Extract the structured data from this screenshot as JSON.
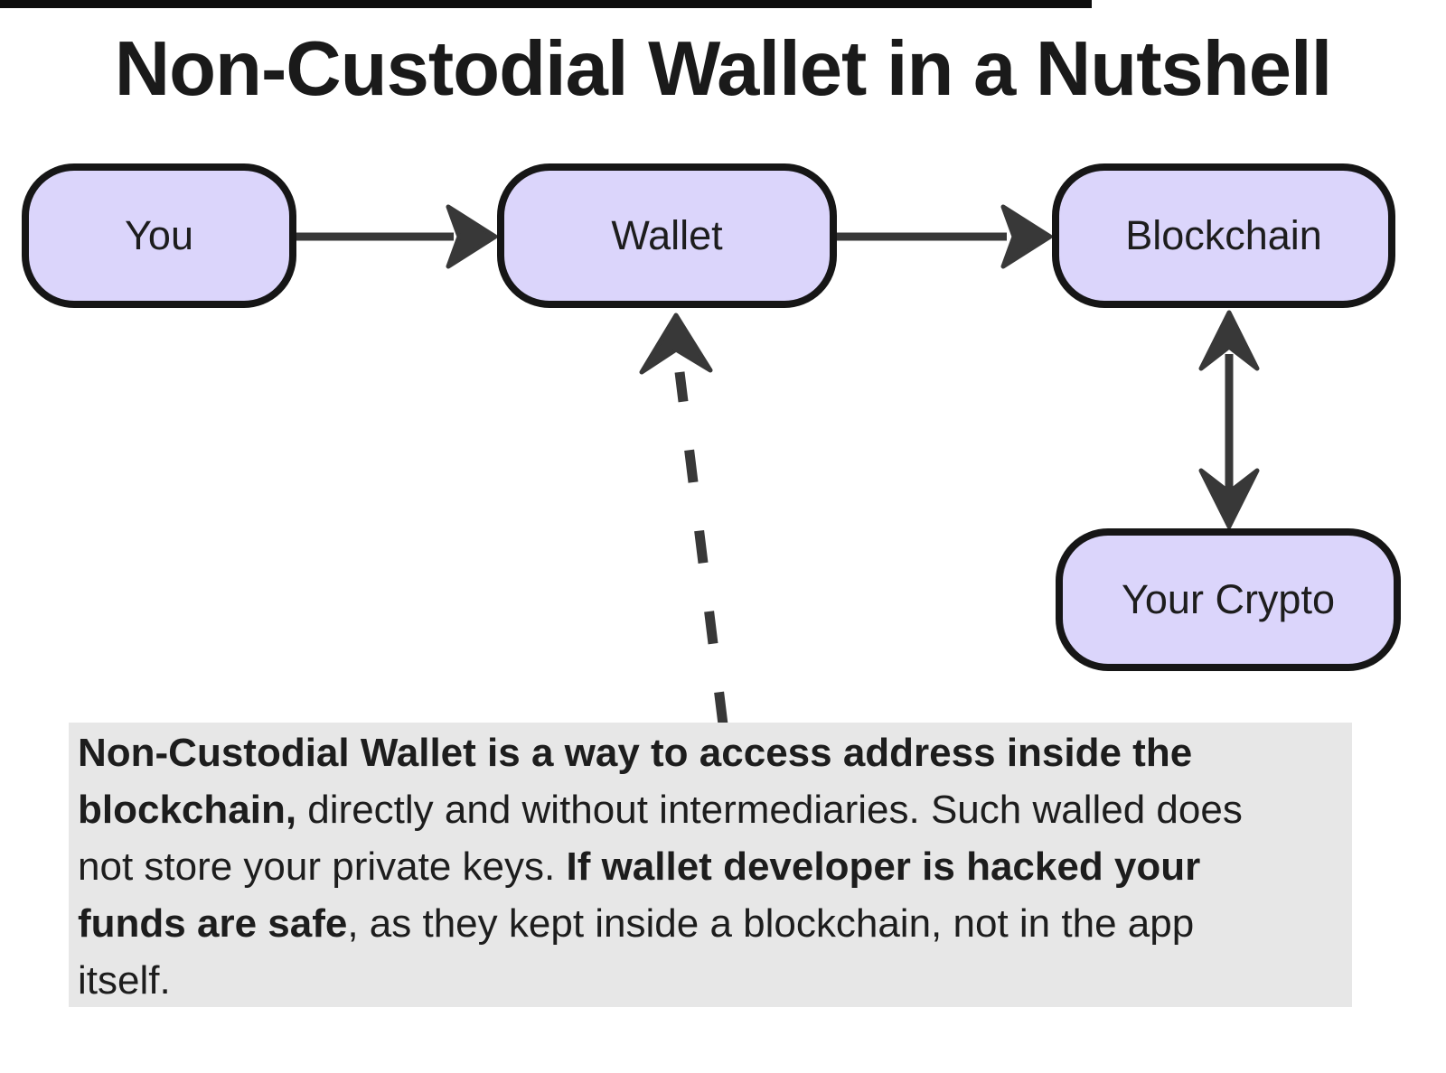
{
  "title": "Non-Custodial Wallet in a Nutshell",
  "diagram": {
    "nodes": {
      "you": {
        "label": "You"
      },
      "wallet": {
        "label": "Wallet"
      },
      "blockchain": {
        "label": "Blockchain"
      },
      "your_crypto": {
        "label": "Your Crypto"
      }
    },
    "edges": [
      {
        "from": "You",
        "to": "Wallet",
        "style": "solid-arrow"
      },
      {
        "from": "Wallet",
        "to": "Blockchain",
        "style": "solid-arrow"
      },
      {
        "from": "Blockchain",
        "to": "Your Crypto",
        "style": "double-headed-arrow"
      },
      {
        "from": "note",
        "to": "Wallet",
        "style": "dashed-arrow"
      }
    ]
  },
  "note": {
    "lines": [
      {
        "parts": [
          {
            "text": "Non-Custodial Wallet is a way to access address inside the",
            "bold": true
          }
        ]
      },
      {
        "parts": [
          {
            "text": "blockchain,",
            "bold": true
          },
          {
            "text": " directly and without intermediaries. Such walled does",
            "bold": false
          }
        ]
      },
      {
        "parts": [
          {
            "text": "not store your private keys. ",
            "bold": false
          },
          {
            "text": "If wallet developer is hacked your",
            "bold": true
          }
        ]
      },
      {
        "parts": [
          {
            "text": "funds are safe",
            "bold": true
          },
          {
            "text": ", as they kept inside a blockchain, not in the app",
            "bold": false
          }
        ]
      },
      {
        "parts": [
          {
            "text": "itself.",
            "bold": false
          }
        ]
      }
    ]
  },
  "colors": {
    "node_fill": "#dbd5fb",
    "node_border": "#161616",
    "arrow": "#383838",
    "note_background": "#e7e7e7",
    "title_text": "#1a1a1a",
    "body_text": "#1d1d1d",
    "top_bar": "#0d0d0d"
  }
}
